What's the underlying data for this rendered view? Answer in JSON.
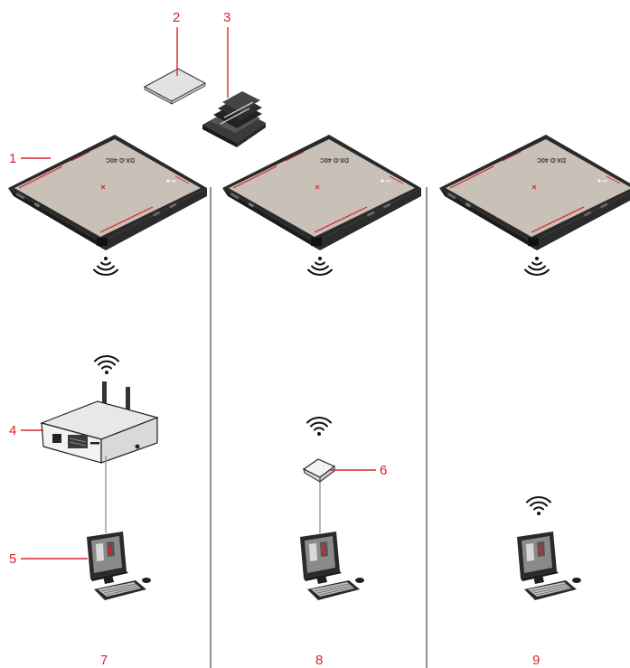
{
  "detector": {
    "model_text": "DX-D 40C",
    "brand_text": "agfa"
  },
  "callouts": {
    "c1": "1",
    "c2": "2",
    "c3": "3",
    "c4": "4",
    "c5": "5",
    "c6": "6",
    "c7": "7",
    "c8": "8",
    "c9": "9"
  },
  "icons": {
    "wireless_signal": "wifi-signal-icon",
    "detector": "flat-panel-detector",
    "router": "wireless-router",
    "access_point": "wireless-access-point",
    "workstation": "computer-workstation",
    "memory_card": "memory-card",
    "charger": "battery-charger"
  },
  "colors": {
    "accent": "#d9232e",
    "panel_face": "#c9c0b7",
    "panel_frame": "#2a2a2a",
    "line": "#9a9a9a"
  }
}
